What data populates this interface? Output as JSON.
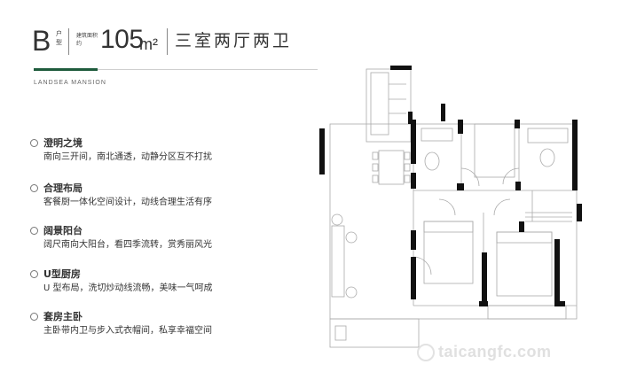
{
  "header": {
    "unit_letter": "B",
    "unit_label": "户型",
    "area_label": "建筑面积约",
    "area_value": "105",
    "area_unit": "m²",
    "layout_title": "三室两厅两卫",
    "brand": "LANDSEA MANSION"
  },
  "features": [
    {
      "title": "澄明之境",
      "desc": "南向三开间，南北通透，动静分区互不打扰"
    },
    {
      "title": "合理布局",
      "desc": "客餐厨一体化空间设计，动线合理生活有序"
    },
    {
      "title": "阔景阳台",
      "desc": "阔尺南向大阳台，看四季流转，赏秀丽风光"
    },
    {
      "title": "U型厨房",
      "desc": "U 型布局，洗切炒动线流畅，美味一气呵成"
    },
    {
      "title": "套房主卧",
      "desc": "主卧带内卫与步入式衣帽间，私享幸福空间"
    }
  ],
  "watermark": "taicangfc.com",
  "colors": {
    "accent_green": "#1e5b3c",
    "text": "#333333",
    "wall": "#111111"
  }
}
